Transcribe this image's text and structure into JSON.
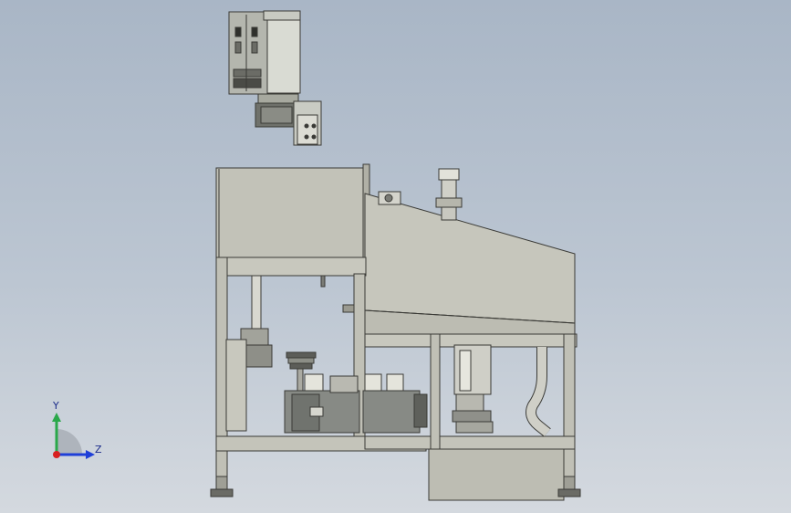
{
  "viewport": {
    "background_top": "#a9b6c6",
    "background_bottom": "#d4d9df"
  },
  "colors": {
    "body": "#bdbdb3",
    "body_dark": "#9a9a90",
    "edge": "#3a3a36",
    "motor": "#8c8f8a",
    "panel": "#d6d6d0"
  },
  "triad": {
    "y_label": "Y",
    "z_label": "Z",
    "y_color": "#2aa84a",
    "z_color": "#1f3fd8",
    "x_color": "#d82020"
  },
  "parts": [
    "control-head-assembly",
    "upper-housing",
    "sloped-hood",
    "frame-legs",
    "motor-left",
    "motor-right",
    "pulley",
    "vertical-rod",
    "curved-pipe",
    "lower-cabinet",
    "leveling-feet"
  ]
}
